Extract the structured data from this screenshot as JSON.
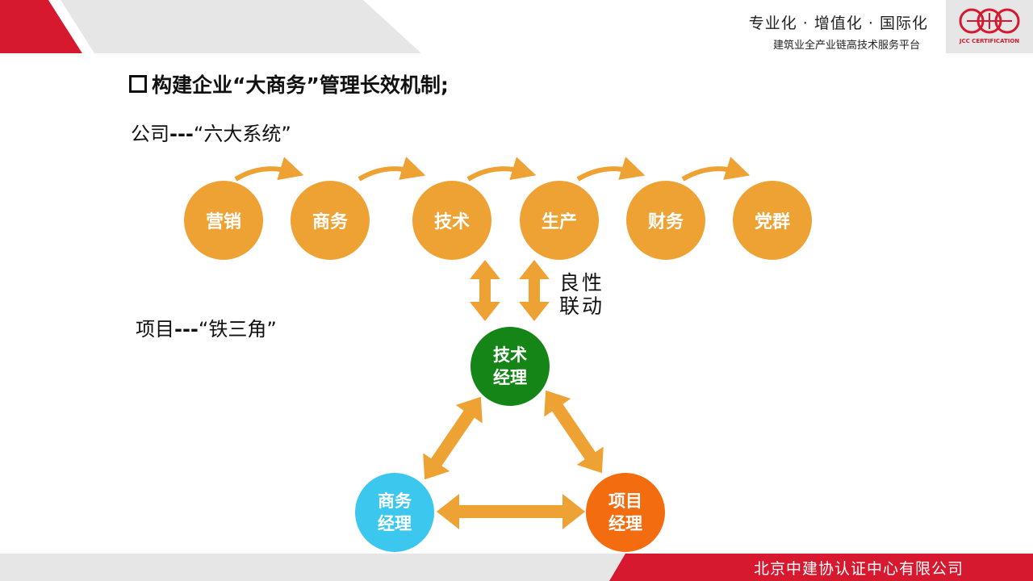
{
  "header": {
    "slogan": "专业化 · 增值化 · 国际化",
    "platform": "建筑业全产业链高技术服务平台",
    "logo_text": "JCC CERTIFICATION"
  },
  "title": "构建企业“大商务”管理长效机制;",
  "company_label": {
    "prefix": "公司",
    "dash": "---",
    "name": "“六大系统”"
  },
  "project_label": {
    "prefix": "项目",
    "dash": "---",
    "name": "“铁三角”"
  },
  "six_systems": [
    "营销",
    "商务",
    "技术",
    "生产",
    "财务",
    "党群"
  ],
  "linkage": {
    "line1": "良性",
    "line2": "联动"
  },
  "triangle": {
    "top": {
      "line1": "技术",
      "line2": "经理"
    },
    "left": {
      "line1": "商务",
      "line2": "经理"
    },
    "right": {
      "line1": "项目",
      "line2": "经理"
    }
  },
  "colors": {
    "orange": "#eea233",
    "green": "#158518",
    "blue": "#3cc7ef",
    "dark_orange": "#f36d10",
    "red": "#d7192f",
    "gray": "#e6e6e6"
  },
  "footer": {
    "company": "北京中建协认证中心有限公司"
  }
}
